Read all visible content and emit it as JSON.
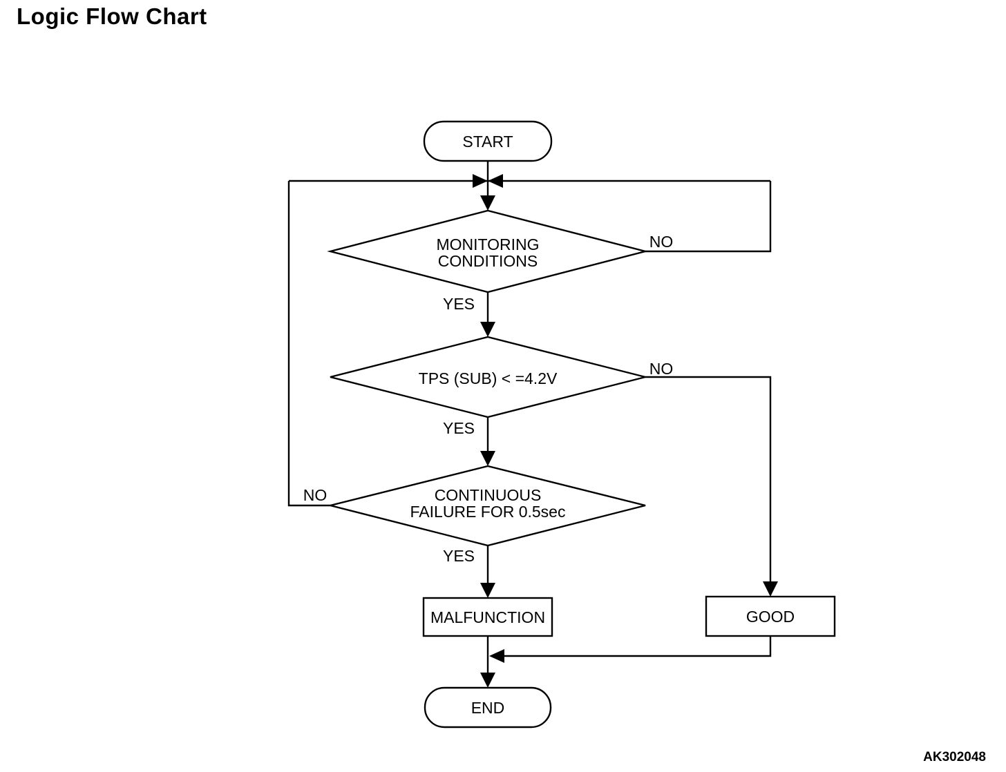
{
  "page": {
    "title": "Logic Flow Chart",
    "figure_code": "AK302048"
  },
  "colors": {
    "background": "#ffffff",
    "line": "#000000",
    "text": "#000000"
  },
  "flowchart": {
    "start_label": "START",
    "end_label": "END",
    "decisions": [
      {
        "lines": [
          "MONITORING",
          "CONDITIONS"
        ],
        "yes": "YES",
        "no": "NO"
      },
      {
        "lines": [
          "TPS (SUB) < =4.2V"
        ],
        "yes": "YES",
        "no": "NO"
      },
      {
        "lines": [
          "CONTINUOUS",
          "FAILURE FOR 0.5sec"
        ],
        "yes": "YES",
        "no": "NO"
      }
    ],
    "outcomes": [
      {
        "label": "MALFUNCTION"
      },
      {
        "label": "GOOD"
      }
    ]
  }
}
